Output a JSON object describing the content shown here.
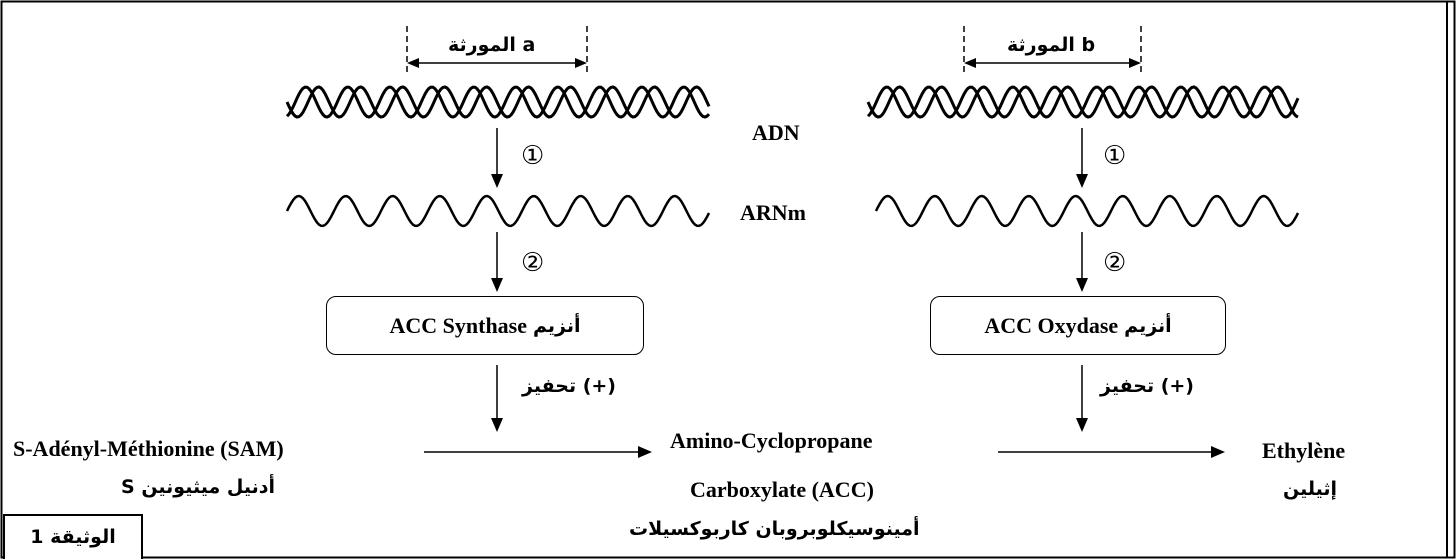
{
  "genes": {
    "a": {
      "label": "المورثة a"
    },
    "b": {
      "label": "المورثة b"
    }
  },
  "levels": {
    "adn": "ADN",
    "arnm": "ARNm"
  },
  "steps": {
    "transcription": "①",
    "translation": "②"
  },
  "enzymes": {
    "left": {
      "arabic": "أنزيم",
      "name": "ACC Synthase"
    },
    "right": {
      "arabic": "أنزيم",
      "name": "ACC Oxydase"
    }
  },
  "activation": {
    "label": "تحفيز (+)"
  },
  "molecules": {
    "sam": {
      "fr": "S-Adényl-Méthionine (SAM)",
      "ar": "S أدنيل ميثيونين"
    },
    "acc": {
      "fr_line1": "Amino-Cyclopropane",
      "fr_line2": "Carboxylate  (ACC)",
      "ar": "أمينوسيكلوبروبان كاربوكسيلات"
    },
    "ethylene": {
      "fr": "Ethylène",
      "ar": "إثيلين"
    }
  },
  "document": {
    "label": "الوثيقة 1"
  }
}
